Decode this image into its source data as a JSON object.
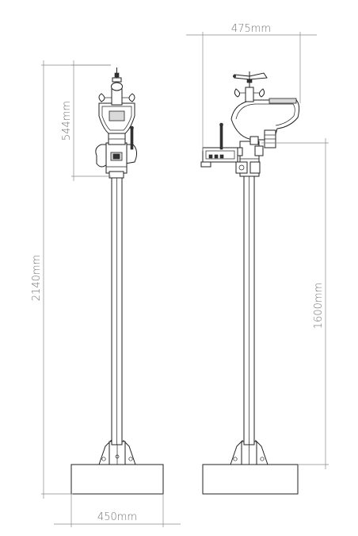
{
  "dimensions": {
    "total_height": "2140mm",
    "head_height": "544mm",
    "head_width": "475mm",
    "mount_height": "1600mm",
    "base_width": "450mm"
  }
}
